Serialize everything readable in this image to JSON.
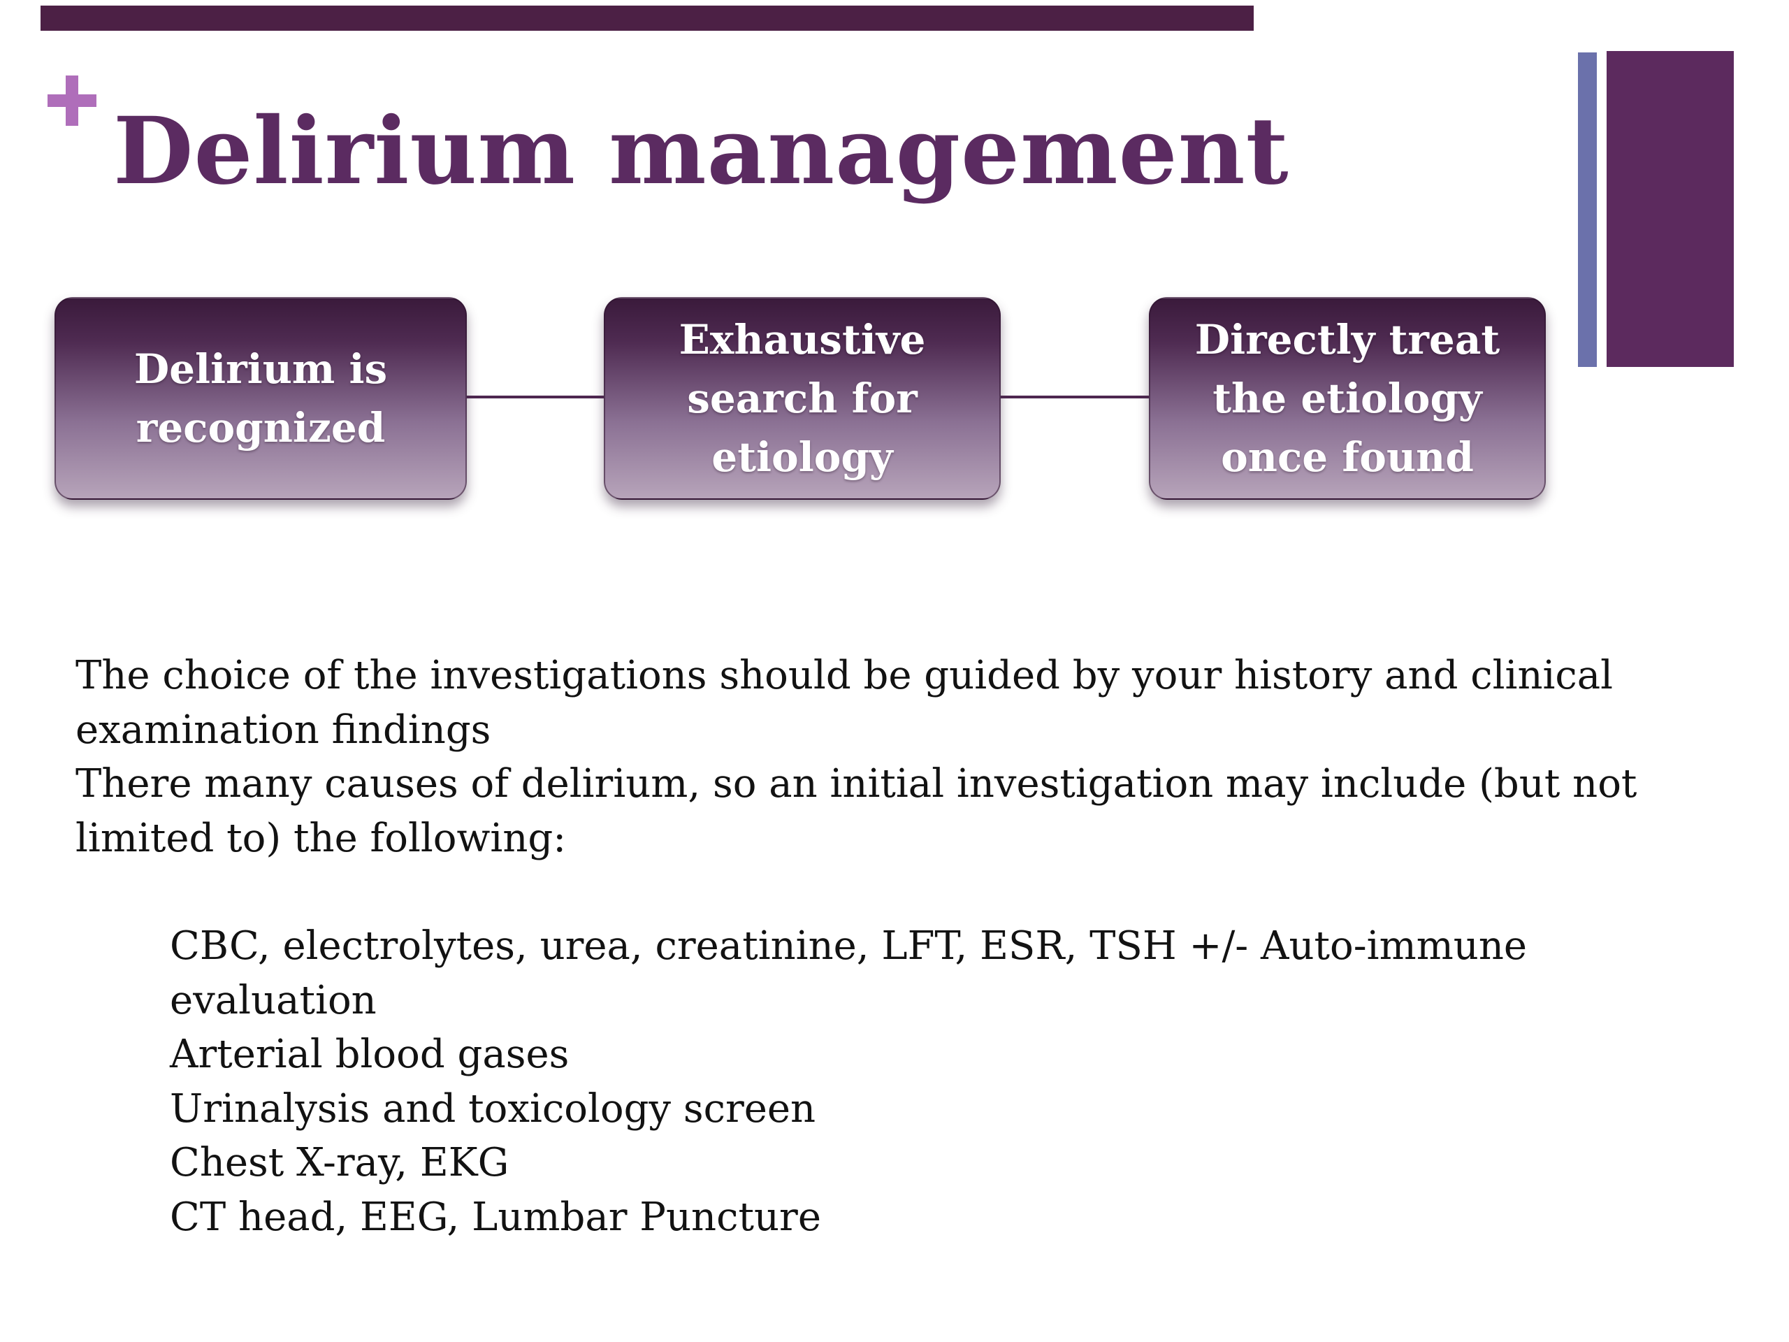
{
  "slide": {
    "title": "Delirium management",
    "decorations": {
      "plus_glyph": "+",
      "plus_color": "#AF6EBA",
      "top_bar_color": "#4C2045",
      "right_thin_bar_color": "#6B71AB",
      "right_wide_bar_color": "#5C2A5E",
      "title_color": "#5B2B61"
    },
    "flow": {
      "connector_color": "#4E2750",
      "box_gradient_top": "#3A1A3B",
      "box_gradient_bottom": "#B7A4BA",
      "box_text_color": "#FFFFFF",
      "boxes": [
        {
          "label": "Delirium is recognized",
          "lines": [
            "Delirium is",
            "recognized"
          ]
        },
        {
          "label": "Exhaustive search for etiology",
          "lines": [
            "Exhaustive",
            "search for",
            "etiology"
          ]
        },
        {
          "label": "Directly treat the etiology once found",
          "lines": [
            "Directly treat",
            "the etiology",
            "once found"
          ]
        }
      ]
    },
    "body": {
      "text_color": "#121212",
      "paragraph_lines": [
        "The choice of the investigations should be guided by your history and clinical",
        "examination findings",
        "There many causes of delirium, so an initial investigation may include (but not",
        "limited to) the following:"
      ],
      "list_lines": [
        "CBC, electrolytes, urea, creatinine, LFT, ESR, TSH +/- Auto-immune",
        "evaluation",
        "Arterial blood gases",
        "Urinalysis and toxicology screen",
        "Chest X-ray, EKG",
        "CT head, EEG, Lumbar Puncture"
      ]
    }
  }
}
